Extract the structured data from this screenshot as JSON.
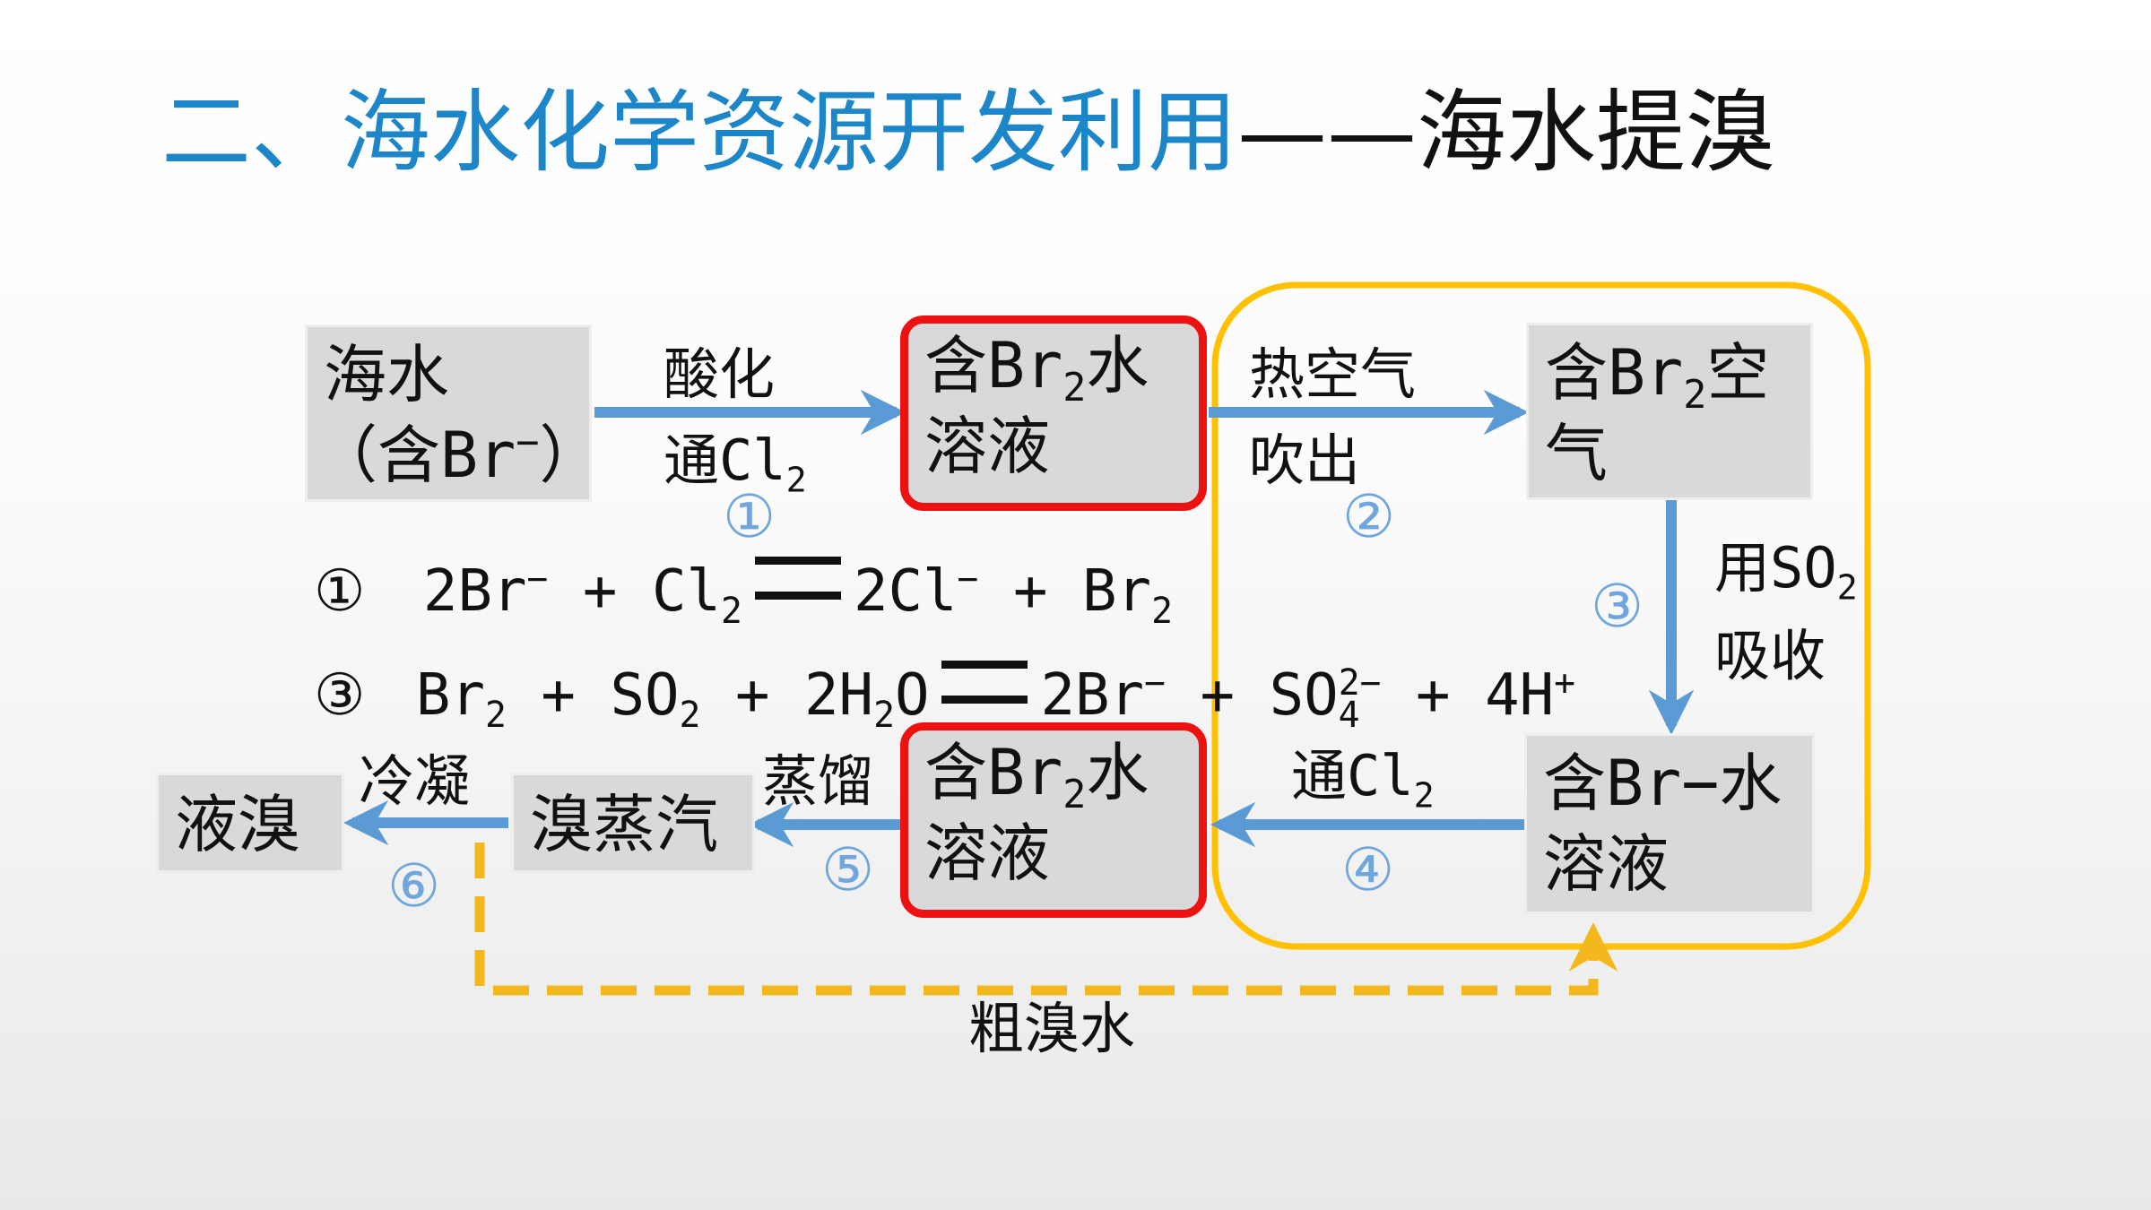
{
  "title": {
    "blue": "二、海水化学资源开发利用",
    "dark": "——海水提溴"
  },
  "boxes": {
    "seawater": {
      "line1": "海水",
      "line2_a": "（含Br",
      "line2_sup": "−",
      "line2_b": "）"
    },
    "br2_water_top": {
      "a": "含Br",
      "sub": "2",
      "b": "水",
      "line2": "溶液"
    },
    "br2_air": {
      "a": "含Br",
      "sub": "2",
      "b": "空",
      "line2": "气"
    },
    "br_water": {
      "line1": "含Br−水",
      "line2": "溶液"
    },
    "br2_water_bottom": {
      "a": "含Br",
      "sub": "2",
      "b": "水",
      "line2": "溶液"
    },
    "br_vapor": {
      "text": "溴蒸汽"
    },
    "liquid_br": {
      "text": "液溴"
    }
  },
  "labels": {
    "acidify": "酸化",
    "cl2_a": "通Cl",
    "cl2_sub": "2",
    "hot_air": "热空气",
    "blow_out": "吹出",
    "so2_a": "用SO",
    "so2_sub": "2",
    "absorb": "吸收",
    "cl2b_a": "通Cl",
    "cl2b_sub": "2",
    "distill": "蒸馏",
    "condense": "冷凝",
    "crude": "粗溴水"
  },
  "step_numbers": {
    "n1": "①",
    "n2": "②",
    "n3": "③",
    "n4": "④",
    "n5": "⑤",
    "n6": "⑥"
  },
  "equations": {
    "eq1": {
      "num": "①",
      "p1": "2Br",
      "s1": "−",
      "p2": " + Cl",
      "d1": "2",
      "p3": "2Cl",
      "s2": "−",
      "p4": " + Br",
      "d2": "2"
    },
    "eq3": {
      "num": "③",
      "p1": "Br",
      "d1": "2",
      "p2": " + SO",
      "d2": "2",
      "p3": " + 2H",
      "d3": "2",
      "p4": "O",
      "p5": "2Br",
      "s1": "−",
      "p6": " + SO",
      "d4": "4",
      "s2": "2−",
      "p7": " + 4H",
      "s3": "+"
    }
  },
  "colors": {
    "title_blue": "#1c86c9",
    "arrow_blue": "#5b9bd5",
    "highlight_red": "#ee1111",
    "loop_orange": "#ffc000",
    "dashed_orange": "#f2b81e",
    "step_number": "#6fa6dd",
    "box_fill": "#d9d9d9"
  }
}
